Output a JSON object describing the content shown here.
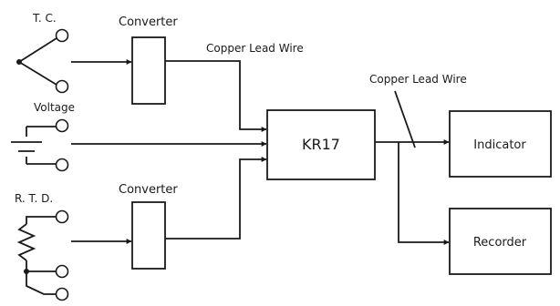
{
  "inputs": {
    "thermocouple": "T. C.",
    "voltage": "Voltage",
    "rtd": "R. T. D."
  },
  "blocks": {
    "converter_top": "Converter",
    "converter_bottom": "Converter",
    "main_unit": "KR17",
    "indicator": "Indicator",
    "recorder": "Recorder"
  },
  "wires": {
    "lead_in": "Copper Lead Wire",
    "lead_out": "Copper Lead Wire"
  }
}
